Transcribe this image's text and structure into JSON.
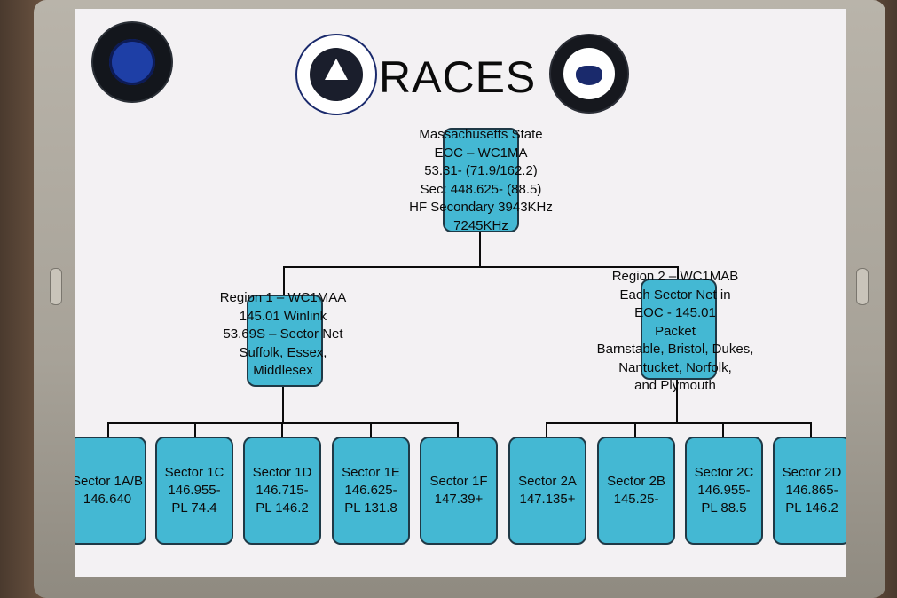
{
  "title": "RACES",
  "logos": {
    "left": "massachusetts-emergency-management-seal",
    "center": "races-civil-defense-logo",
    "right": "homeland-security-races-seal"
  },
  "colors": {
    "box_fill": "#44b8d3",
    "box_border": "#1f3946",
    "screen_bg": "#f3f1f3"
  },
  "top": {
    "lines": [
      "Massachusetts State",
      "EOC – WC1MA",
      "53.31- (71.9/162.2)",
      "Sec: 448.625- (88.5)",
      "HF Secondary 3943KHz",
      "7245KHz"
    ]
  },
  "region1": {
    "lines": [
      "Region 1 – WC1MAA",
      "145.01 Winlink",
      "53.69S – Sector Net",
      "Suffolk, Essex,",
      "Middlesex"
    ]
  },
  "region2": {
    "lines": [
      "Region 2 – WC1MAB",
      "Each Sector Net in",
      "EOC - 145.01",
      "Packet",
      "Barnstable, Bristol, Dukes,",
      "Nantucket, Norfolk,",
      "and Plymouth"
    ]
  },
  "sectors": [
    {
      "name": "Sector 1A/B",
      "freq": "146.640",
      "pl": ""
    },
    {
      "name": "Sector 1C",
      "freq": "146.955-",
      "pl": "PL 74.4"
    },
    {
      "name": "Sector 1D",
      "freq": "146.715-",
      "pl": "PL 146.2"
    },
    {
      "name": "Sector 1E",
      "freq": "146.625-",
      "pl": "PL 131.8"
    },
    {
      "name": "Sector 1F",
      "freq": "147.39+",
      "pl": ""
    },
    {
      "name": "Sector 2A",
      "freq": "147.135+",
      "pl": ""
    },
    {
      "name": "Sector 2B",
      "freq": "145.25-",
      "pl": ""
    },
    {
      "name": "Sector 2C",
      "freq": "146.955-",
      "pl": "PL 88.5"
    },
    {
      "name": "Sector 2D",
      "freq": "146.865-",
      "pl": "PL 146.2"
    }
  ]
}
